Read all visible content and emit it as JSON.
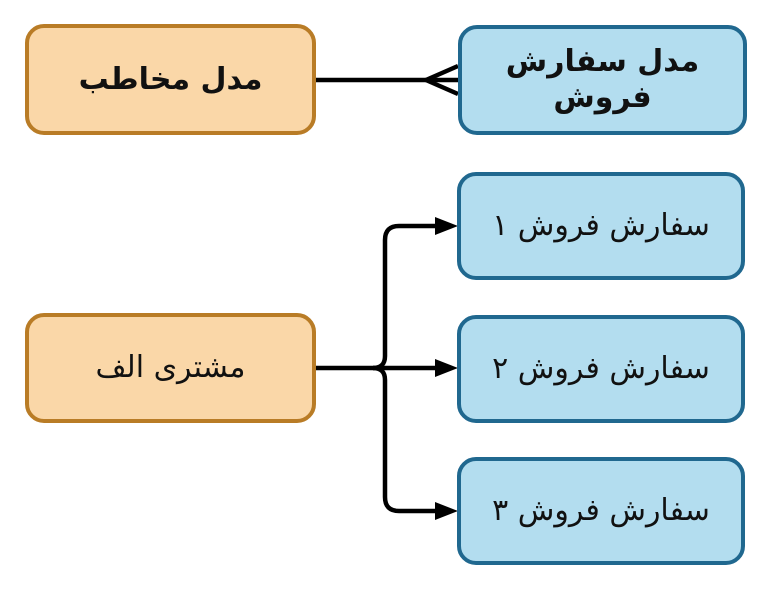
{
  "diagram": {
    "kind": "entity-relationship / model-instance diagram (Persian, RTL)",
    "nodes": {
      "contact_model": {
        "label": "مدل مخاطب",
        "style": "orange",
        "emphasis": "bold"
      },
      "sales_order_model": {
        "label": "مدل سفارش فروش",
        "style": "blue",
        "emphasis": "bold"
      },
      "customer_a": {
        "label": "مشتری الف",
        "style": "orange",
        "emphasis": "regular"
      },
      "order_1": {
        "label": "سفارش فروش ۱",
        "style": "blue",
        "emphasis": "regular"
      },
      "order_2": {
        "label": "سفارش فروش ۲",
        "style": "blue",
        "emphasis": "regular"
      },
      "order_3": {
        "label": "سفارش فروش ۳",
        "style": "blue",
        "emphasis": "regular"
      }
    },
    "connectors": [
      {
        "from": "contact_model",
        "to": "sales_order_model",
        "type": "crows-foot-many",
        "description": "one contact model to many sales orders"
      },
      {
        "from": "customer_a",
        "to": "order_1",
        "type": "filled-arrow"
      },
      {
        "from": "customer_a",
        "to": "order_2",
        "type": "filled-arrow"
      },
      {
        "from": "customer_a",
        "to": "order_3",
        "type": "filled-arrow"
      }
    ],
    "colors": {
      "orange_fill": "#FAD7A8",
      "orange_border": "#B97C26",
      "blue_fill": "#B3DDEF",
      "blue_border": "#20688F",
      "line": "#000000",
      "text": "#111111",
      "background": "#FFFFFF"
    }
  }
}
